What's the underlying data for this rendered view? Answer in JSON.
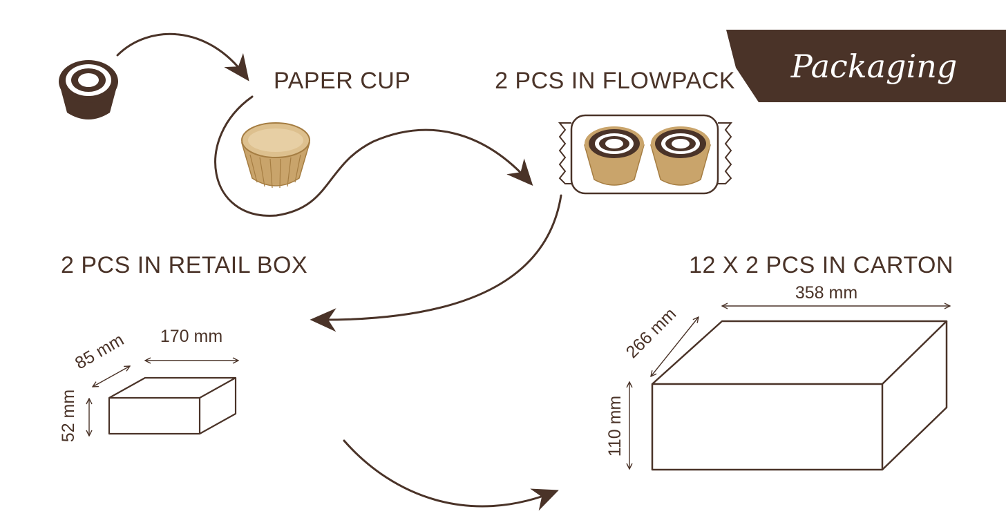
{
  "banner": {
    "title": "Packaging"
  },
  "colors": {
    "brown": "#4a3328",
    "cup_tan": "#c9a46b",
    "cup_light": "#ddc08e",
    "white": "#ffffff"
  },
  "steps": {
    "paper_cup": "PAPER CUP",
    "flowpack": "2 PCS IN FLOWPACK",
    "retail_box": "2 PCS IN RETAIL BOX",
    "carton": "12 X 2 PCS IN CARTON"
  },
  "retail_box": {
    "depth": "85 mm",
    "width": "170 mm",
    "height": "52 mm"
  },
  "carton": {
    "depth": "266 mm",
    "width": "358 mm",
    "height": "110 mm"
  },
  "icons": [
    "dessert-cup-icon",
    "paper-cup-icon",
    "flowpack-icon",
    "retail-box-icon",
    "carton-box-icon",
    "flow-arrow-icon"
  ]
}
